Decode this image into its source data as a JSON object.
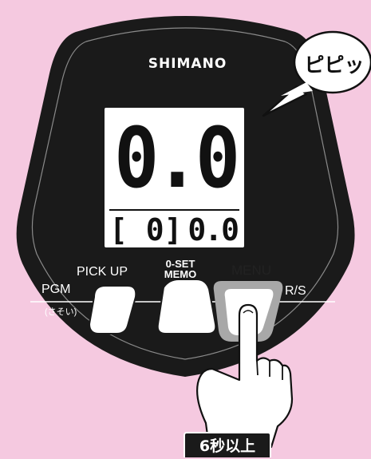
{
  "device": {
    "brand": "SHIMANO",
    "display": {
      "main_value": "0.0",
      "sub_left": "[ 0]",
      "sub_right": "0.0"
    },
    "buttons": {
      "pickup_label": "PICK UP",
      "oset_label_line1": "0-SET",
      "oset_label_line2": "MEMO",
      "menu_label": "MENU",
      "pgm_label": "PGM",
      "pgm_sublabel": "(さそい)",
      "rs_label": "R/S"
    }
  },
  "callout": {
    "text": "ピピッ"
  },
  "instruction_badge": {
    "text": "6秒以上"
  },
  "colors": {
    "background": "#f5c9e0",
    "body": "#1a1a1a",
    "menu_button": "#a8a8a8",
    "screen": "#ffffff"
  },
  "icons": [
    "speech-bubble",
    "pointing-hand"
  ]
}
